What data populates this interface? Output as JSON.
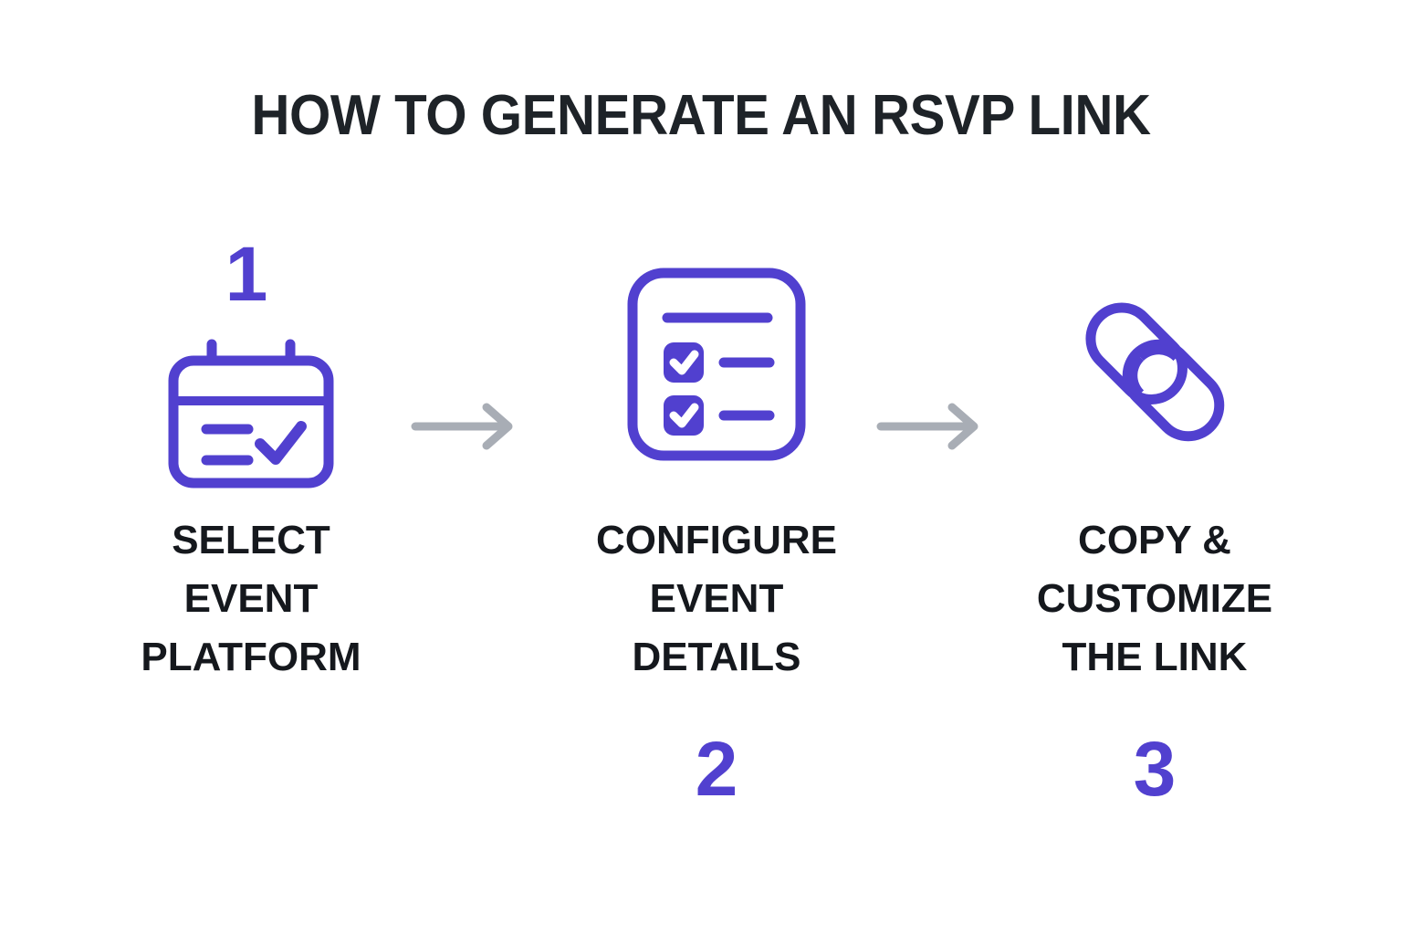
{
  "page": {
    "title": "HOW TO GENERATE AN RSVP LINK",
    "background_color": "#ffffff",
    "accent_color": "#5140cf",
    "text_color": "#15181d",
    "arrow_color": "#a8adb5"
  },
  "steps": [
    {
      "number": "1",
      "number_position": "above-icon",
      "icon": "calendar-check-icon",
      "label_lines": [
        "SELECT",
        "EVENT",
        "PLATFORM"
      ]
    },
    {
      "number": "2",
      "number_position": "below-label",
      "icon": "checklist-icon",
      "label_lines": [
        "CONFIGURE",
        "EVENT",
        "DETAILS"
      ]
    },
    {
      "number": "3",
      "number_position": "below-label",
      "icon": "chain-link-icon",
      "label_lines": [
        "COPY &",
        "CUSTOMIZE",
        "THE LINK"
      ]
    }
  ],
  "connectors": [
    {
      "icon": "arrow-right-icon"
    },
    {
      "icon": "arrow-right-icon"
    }
  ]
}
